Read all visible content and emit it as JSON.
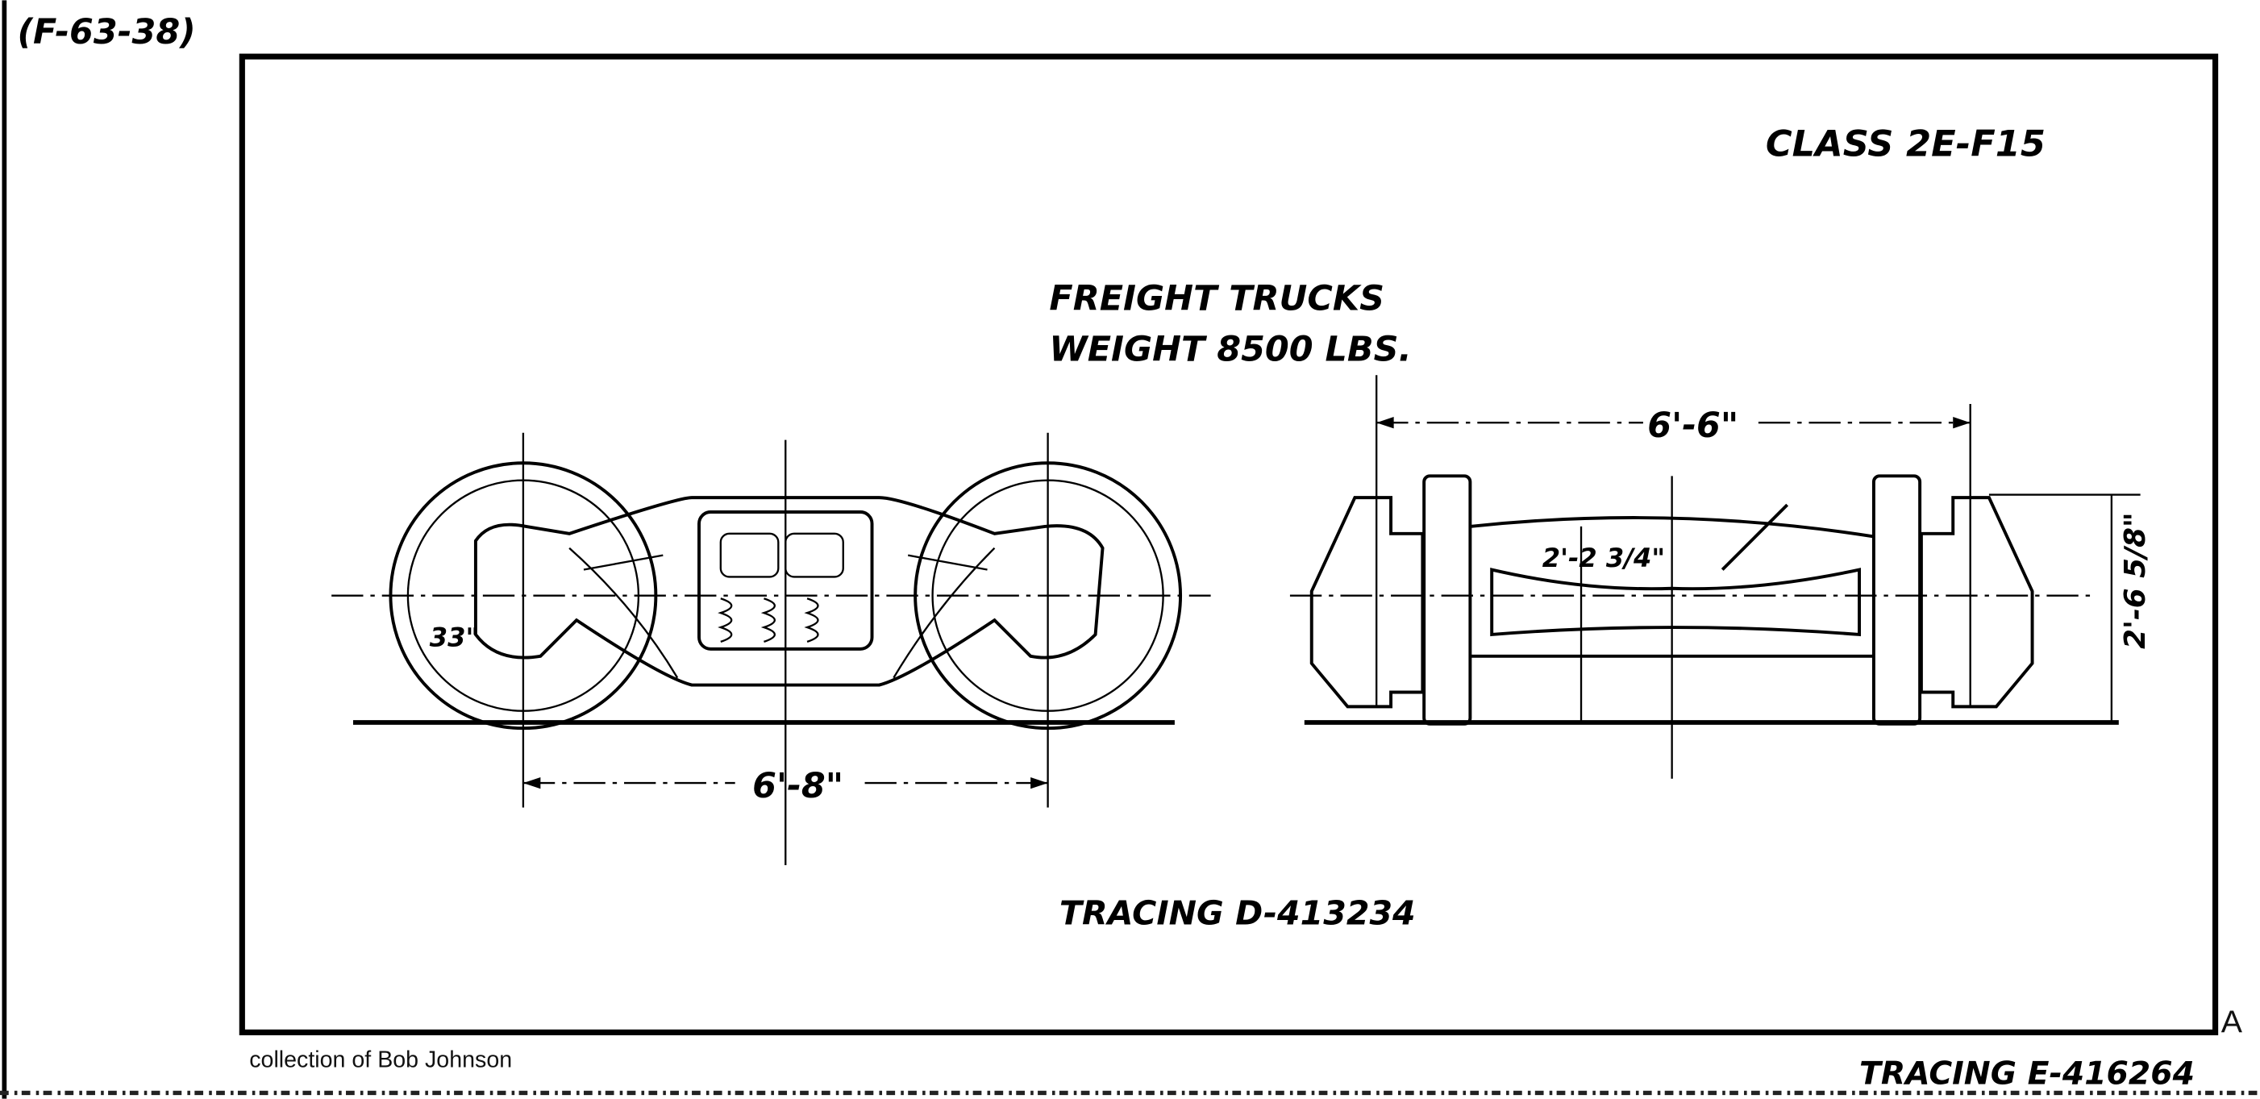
{
  "drawing": {
    "file_ref": "(F-63-38)",
    "class_label": "CLASS 2E-F15",
    "title_line1": "FREIGHT TRUCKS",
    "title_line2": "WEIGHT 8500 LBS.",
    "wheel_diameter": "33\"",
    "wheelbase": "6'-8\"",
    "gauge_width": "6'-6\"",
    "axle_height": "2'-2 3/4\"",
    "bolster_height": "2'-6 5/8\"",
    "tracing_inner": "TRACING D-413234",
    "tracing_outer": "TRACING E-416264",
    "sheet_mark": "A",
    "credit": "collection of Bob Johnson"
  }
}
